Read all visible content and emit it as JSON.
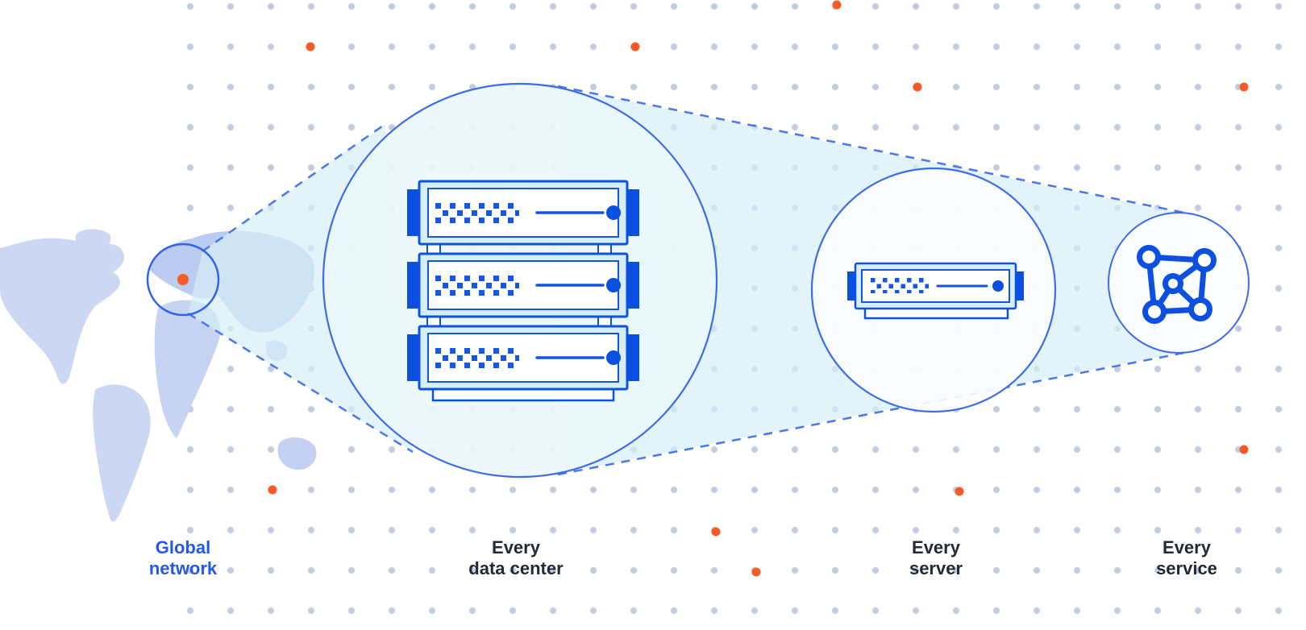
{
  "diagram": {
    "stages": [
      {
        "name": "global-network",
        "icon": "world-map-with-location-dot",
        "label": {
          "line1": "Global",
          "line2": "network"
        },
        "label_color": "#2358EA"
      },
      {
        "name": "every-data-center",
        "icon": "server-rack-three-units",
        "label": {
          "line1": "Every",
          "line2": "data center"
        },
        "label_color": "#242A35"
      },
      {
        "name": "every-server",
        "icon": "server-unit",
        "label": {
          "line1": "Every",
          "line2": "server"
        },
        "label_color": "#242A35"
      },
      {
        "name": "every-service",
        "icon": "mesh-network-icon",
        "label": {
          "line1": "Every",
          "line2": "service"
        },
        "label_color": "#242A35"
      }
    ],
    "colors": {
      "server_blue": "#0C52E2",
      "circle_stroke_blue": "#3D6CE6",
      "dashed_line_blue": "#4A77EC",
      "server_shell_cyan": "#D6EEF8",
      "beam_cyan": "#D6EEF7",
      "map_fill": "#C7D4F2",
      "grid_dot_gray": "#AAB5D2",
      "accent_orange": "#F65B27",
      "label_dark": "#242A35",
      "label_blue": "#2358EA"
    }
  }
}
